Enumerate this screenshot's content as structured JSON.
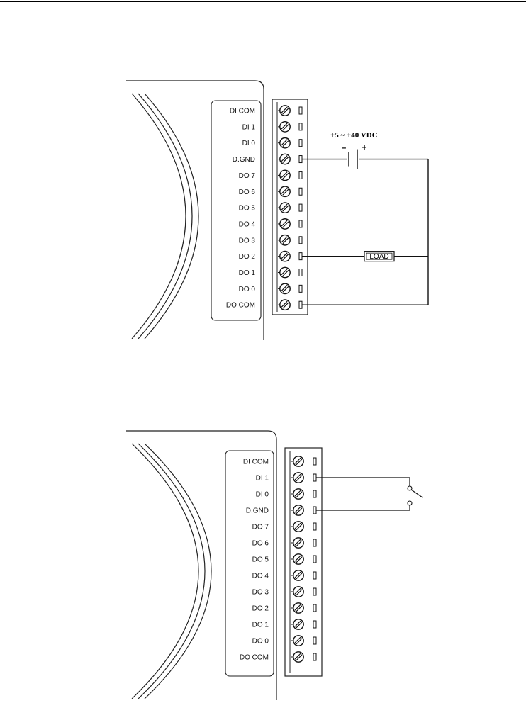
{
  "diagram_output": {
    "pins": [
      "DI COM",
      "DI 1",
      "DI 0",
      "D.GND",
      "DO 7",
      "DO 6",
      "DO 5",
      "DO 4",
      "DO 3",
      "DO 2",
      "DO 1",
      "DO 0",
      "DO COM"
    ],
    "supply_label": "+5 ~ +40 VDC",
    "minus_sign": "–",
    "plus_sign": "+",
    "load_label": "LOAD"
  },
  "diagram_input": {
    "pins": [
      "DI COM",
      "DI 1",
      "DI 0",
      "D.GND",
      "DO 7",
      "DO 6",
      "DO 5",
      "DO 4",
      "DO 3",
      "DO 2",
      "DO 1",
      "DO 0",
      "DO COM"
    ]
  }
}
